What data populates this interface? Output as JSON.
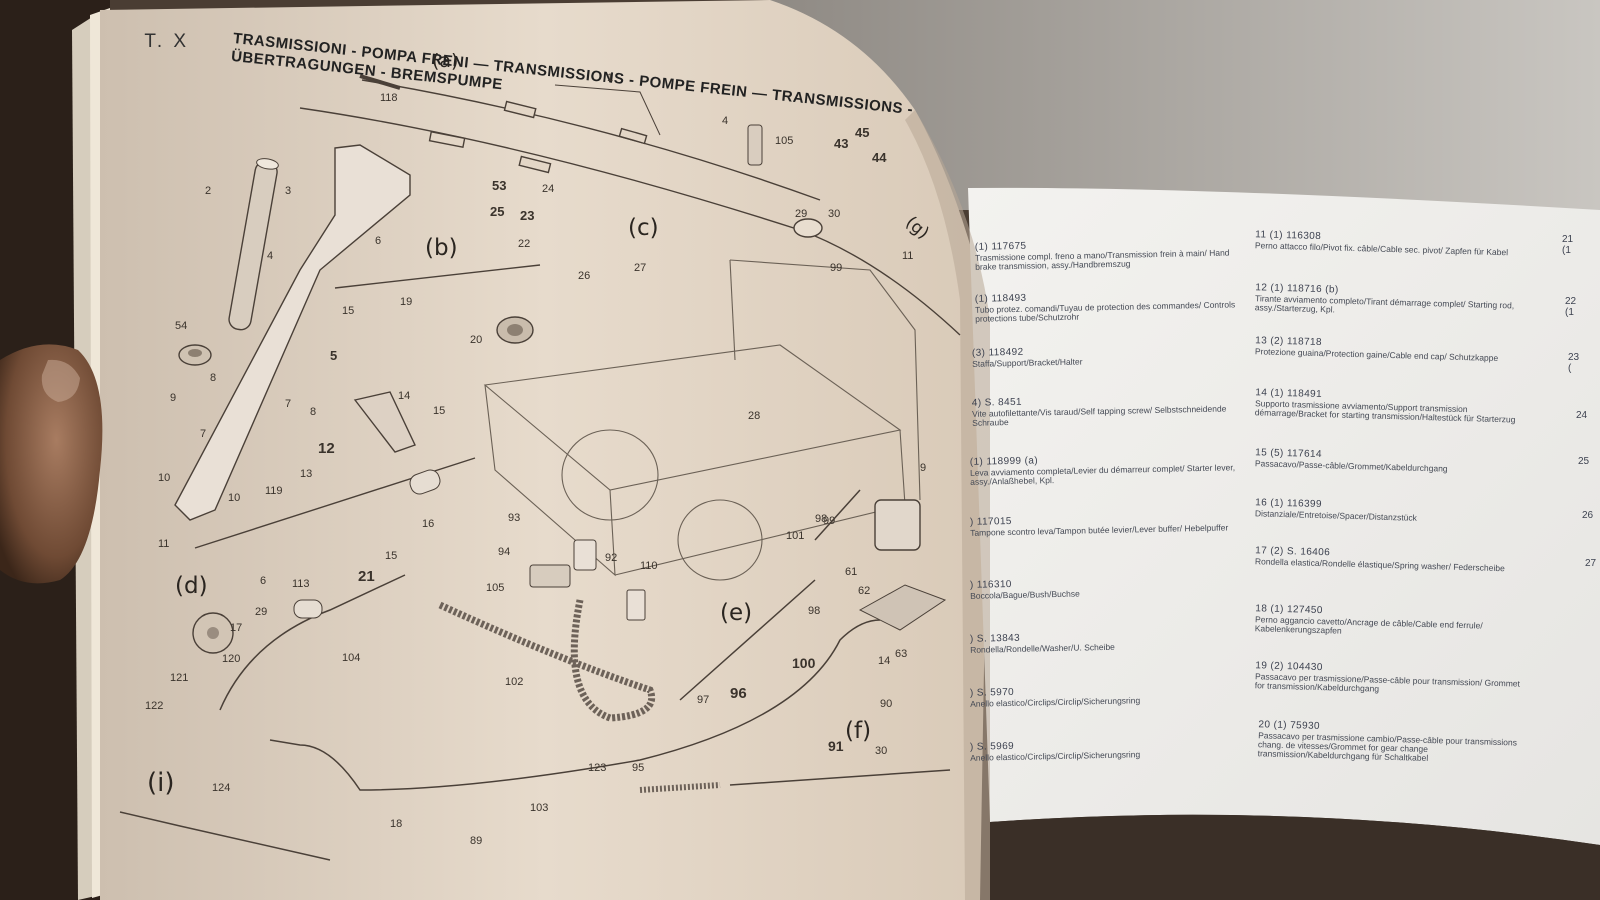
{
  "header": {
    "code": "T. X",
    "line1": "TRASMISSIONI - POMPA FRENI — TRANSMISSIONS - POMPE FREIN — TRANSMISSIONS -",
    "line2": "ÜBERTRAGUNGEN - BREMSPUMPE"
  },
  "figure_letters": [
    "(a)",
    "(b)",
    "(c)",
    "(d)",
    "(e)",
    "(f)",
    "(g)",
    "(i)"
  ],
  "callouts": [
    "1",
    "118",
    "4",
    "105",
    "43",
    "45",
    "44",
    "2",
    "3",
    "4",
    "53",
    "24",
    "25",
    "23",
    "22",
    "6",
    "(b)",
    "15",
    "19",
    "26",
    "27",
    "20",
    "54",
    "5",
    "8",
    "9",
    "7",
    "7",
    "8",
    "14",
    "15",
    "12",
    "13",
    "10",
    "119",
    "10",
    "11",
    "16",
    "21",
    "15",
    "6",
    "29",
    "17",
    "120",
    "113",
    "93",
    "94",
    "92",
    "105",
    "110",
    "104",
    "102",
    "28",
    "101",
    "99",
    "97",
    "98",
    "96",
    "100",
    "61",
    "62",
    "63",
    "14",
    "122",
    "121",
    "124",
    "18",
    "89",
    "103",
    "123",
    "95",
    "91",
    "30",
    "90",
    "29",
    "30",
    "11",
    "9",
    "98",
    "99"
  ],
  "legend": {
    "col1": [
      {
        "num": "(1) 117675",
        "desc": "Trasmissione compl. freno a mano/Transmission frein à main/ Hand brake transmission, assy./Handbremszug"
      },
      {
        "num": "(1) 118493",
        "desc": "Tubo protez. comandi/Tuyau de protection des commandes/ Controls protections tube/Schutzrohr"
      },
      {
        "num": "(3) 118492",
        "desc": "Staffa/Support/Bracket/Halter"
      },
      {
        "num": "4) S. 8451",
        "desc": "Vite autofilettante/Vis taraud/Self tapping screw/ Selbstschneidende Schraube"
      },
      {
        "num": "(1) 118999 (a)",
        "desc": "Leva avviamento completa/Levier du démarreur complet/ Starter lever, assy./Anlaßhebel, Kpl."
      },
      {
        "num": ") 117015",
        "desc": "Tampone scontro leva/Tampon butée levier/Lever buffer/ Hebelpuffer"
      },
      {
        "num": ") 116310",
        "desc": "Boccola/Bague/Bush/Buchse"
      },
      {
        "num": ") S. 13843",
        "desc": "Rondella/Rondelle/Washer/U. Scheibe"
      },
      {
        "num": ") S. 5970",
        "desc": "Anello elastico/Circlips/Circlip/Sicherungsring"
      },
      {
        "num": ") S. 5969",
        "desc": "Anello elastico/Circlips/Circlip/Sicherungsring"
      }
    ],
    "col2": [
      {
        "num": "11 (1) 116308",
        "desc": "Perno attacco filo/Pivot fix. câble/Cable sec. pivot/ Zapfen für Kabel"
      },
      {
        "num": "12 (1) 118716 (b)",
        "desc": "Tirante avviamento completo/Tirant démarrage complet/ Starting rod, assy./Starterzug, Kpl."
      },
      {
        "num": "13 (2) 118718",
        "desc": "Protezione guaina/Protection gaine/Cable end cap/ Schutzkappe"
      },
      {
        "num": "14 (1) 118491",
        "desc": "Supporto trasmissione avviamento/Support transmission démarrage/Bracket for starting transmission/Haltestück für Starterzug"
      },
      {
        "num": "15 (5) 117614",
        "desc": "Passacavo/Passe-câble/Grommet/Kabeldurchgang"
      },
      {
        "num": "16 (1) 116399",
        "desc": "Distanziale/Entretoise/Spacer/Distanzstück"
      },
      {
        "num": "17 (2) S. 16406",
        "desc": "Rondella elastica/Rondelle élastique/Spring washer/ Federscheibe"
      },
      {
        "num": "18 (1) 127450",
        "desc": "Perno aggancio cavetto/Ancrage de câble/Cable end ferrule/ Kabelenkerungszapfen"
      },
      {
        "num": "19 (2) 104430",
        "desc": "Passacavo per trasmissione/Passe-câble pour transmission/ Grommet for transmission/Kabeldurchgang"
      },
      {
        "num": "20 (1) 75930",
        "desc": "Passacavo per trasmissione cambio/Passe-câble pour transmissions chang. de vitesses/Grommet for gear change transmission/Kabeldurchgang für Schaltkabel"
      }
    ],
    "col3_edge": [
      "21 (1",
      "22 (1",
      "23 (",
      "24",
      "25",
      "26",
      "27"
    ]
  }
}
